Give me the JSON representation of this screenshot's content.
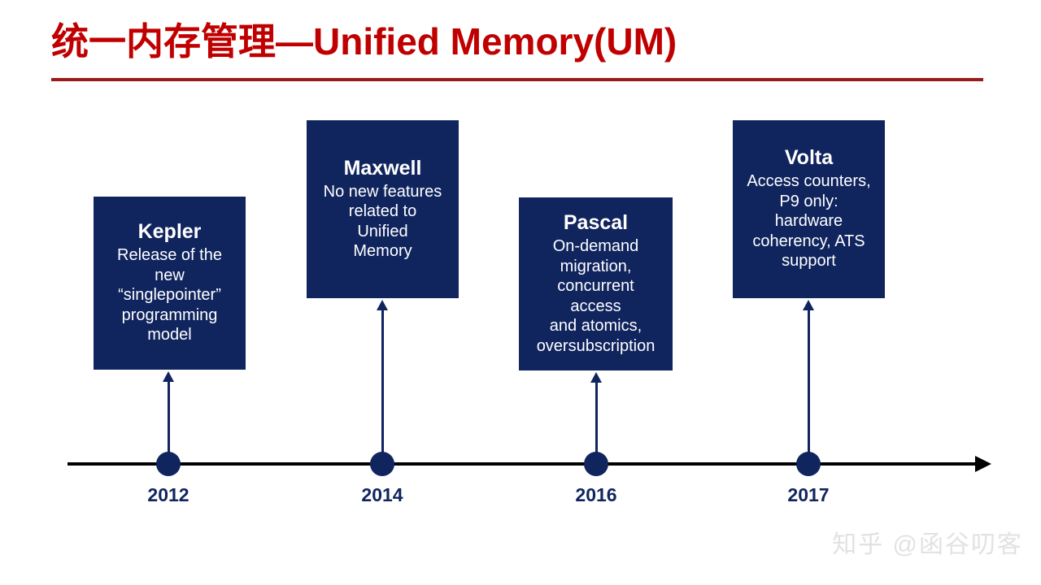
{
  "slide": {
    "title": "统一内存管理—Unified Memory(UM)",
    "title_color": "#C00000",
    "rule_color": "#9B1B1B",
    "accent_navy": "#10245E",
    "axis_color": "#000000",
    "background": "#FFFFFF"
  },
  "timeline": {
    "milestones": [
      {
        "year": "2012",
        "title": "Kepler",
        "body": "Release of the\nnew\n“singlepointer”\nprogramming\nmodel"
      },
      {
        "year": "2014",
        "title": "Maxwell",
        "body": "No new features\nrelated to\nUnified\nMemory"
      },
      {
        "year": "2016",
        "title": "Pascal",
        "body": "On-demand\nmigration,\nconcurrent\naccess\nand atomics,\noversubscription"
      },
      {
        "year": "2017",
        "title": "Volta",
        "body": "Access counters,\nP9 only:\nhardware\ncoherency, ATS\nsupport"
      }
    ]
  },
  "watermark": {
    "text": "知乎 @函谷叨客"
  }
}
